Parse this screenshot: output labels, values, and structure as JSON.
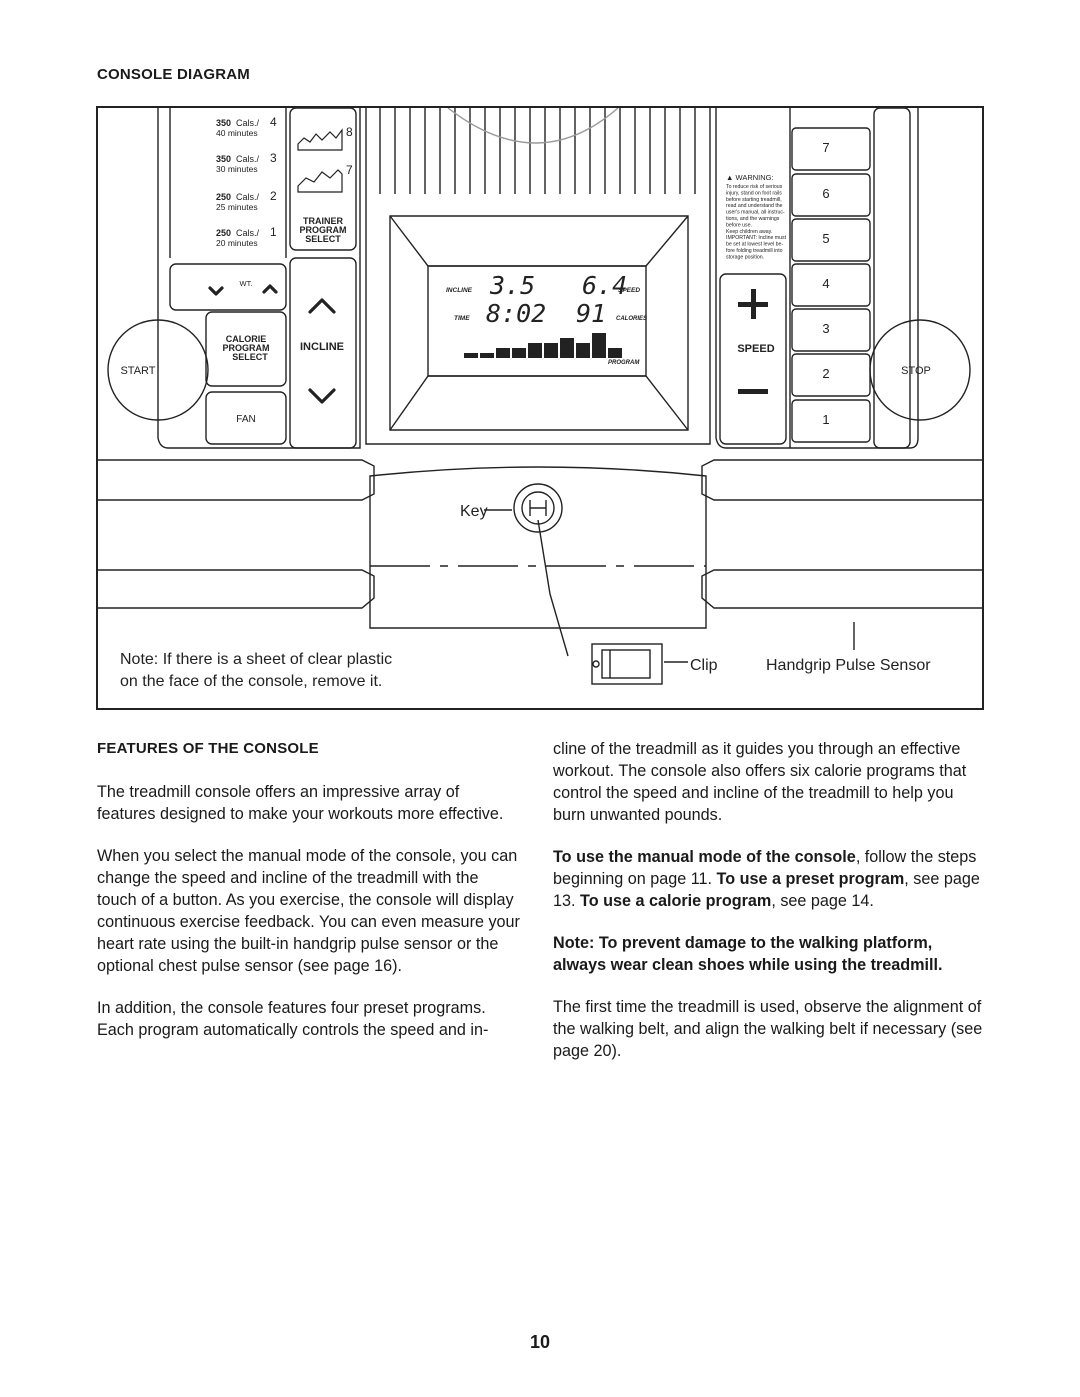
{
  "console_heading": "CONSOLE DIAGRAM",
  "diagram": {
    "presets": [
      {
        "cals": "350",
        "cals_unit": "Cals./",
        "num": "4",
        "minutes": "40 minutes"
      },
      {
        "cals": "350",
        "cals_unit": "Cals./",
        "num": "3",
        "minutes": "30 minutes"
      },
      {
        "cals": "250",
        "cals_unit": "Cals./",
        "num": "2",
        "minutes": "25 minutes"
      },
      {
        "cals": "250",
        "cals_unit": "Cals./",
        "num": "1",
        "minutes": "20 minutes"
      }
    ],
    "trainer_numbers": [
      "8",
      "7"
    ],
    "trainer_button": [
      "TRAINER",
      "PROGRAM",
      "SELECT"
    ],
    "weight_label": "WT.",
    "calorie_button": [
      "CALORIE",
      "PROGRAM",
      "SELECT"
    ],
    "incline_label": "INCLINE",
    "start_label": "START",
    "stop_label": "STOP",
    "fan_label": "FAN",
    "display": {
      "incline_label": "INCLINE",
      "incline_value": "3.5",
      "speed_label": "SPEED",
      "speed_value": "6.4",
      "time_label": "TIME",
      "time_value": "8:02",
      "calories_label": "CALORIES",
      "calories_value": "91",
      "program_label": "PROGRAM",
      "profile_levels": [
        1,
        1,
        2,
        2,
        3,
        3,
        4,
        3,
        5,
        2
      ]
    },
    "warning_title": "WARNING:",
    "warning_lines": [
      "To reduce risk of serious",
      "injury, stand on foot rails",
      "before starting treadmill,",
      "read and understand the",
      "user's manual, all instruc-",
      "tions, and the warnings",
      "before use.",
      "Keep children away.",
      "IMPORTANT: Incline must",
      "be set at lowest level be-",
      "fore folding treadmill into",
      "storage position."
    ],
    "speed_keys": [
      "7",
      "6",
      "5",
      "4",
      "3",
      "2",
      "1"
    ],
    "speed_label": "SPEED",
    "plus_symbol": "+",
    "minus_symbol": "−",
    "key_label": "Key",
    "clip_label": "Clip",
    "handgrip_label": "Handgrip Pulse Sensor",
    "note_lines": [
      "Note: If there is a sheet of clear plastic",
      "on the face of the console, remove it."
    ]
  },
  "features_heading": "FEATURES OF THE CONSOLE",
  "left_paragraphs": [
    "The treadmill console offers an impressive array of features designed to make your workouts more effective.",
    "When you select the manual mode of the console, you can change the speed and incline of the treadmill with the touch of a button. As you exercise, the console will display continuous exercise feedback. You can even measure your heart rate using the built-in handgrip pulse sensor or the optional chest pulse sensor (see page 16).",
    "In addition, the console features four preset programs. Each program automatically controls the speed and in-"
  ],
  "right_paragraphs": {
    "p1": "cline of the treadmill as it guides you through an effective workout. The console also offers six calorie programs that control the speed and incline of the treadmill to help you burn unwanted pounds.",
    "p2_b1": "To use the manual mode of the console",
    "p2_t1": ", follow the steps beginning on page 11. ",
    "p2_b2": "To use a preset program",
    "p2_t2": ", see page 13. ",
    "p2_b3": "To use a calorie program",
    "p2_t3": ", see page 14.",
    "p3": "Note: To prevent damage to the walking platform, always wear clean shoes while using the treadmill.",
    "p4": "The first time the treadmill is used, observe the alignment of the walking belt, and align the walking belt if necessary (see page 20)."
  },
  "page_number": "10"
}
